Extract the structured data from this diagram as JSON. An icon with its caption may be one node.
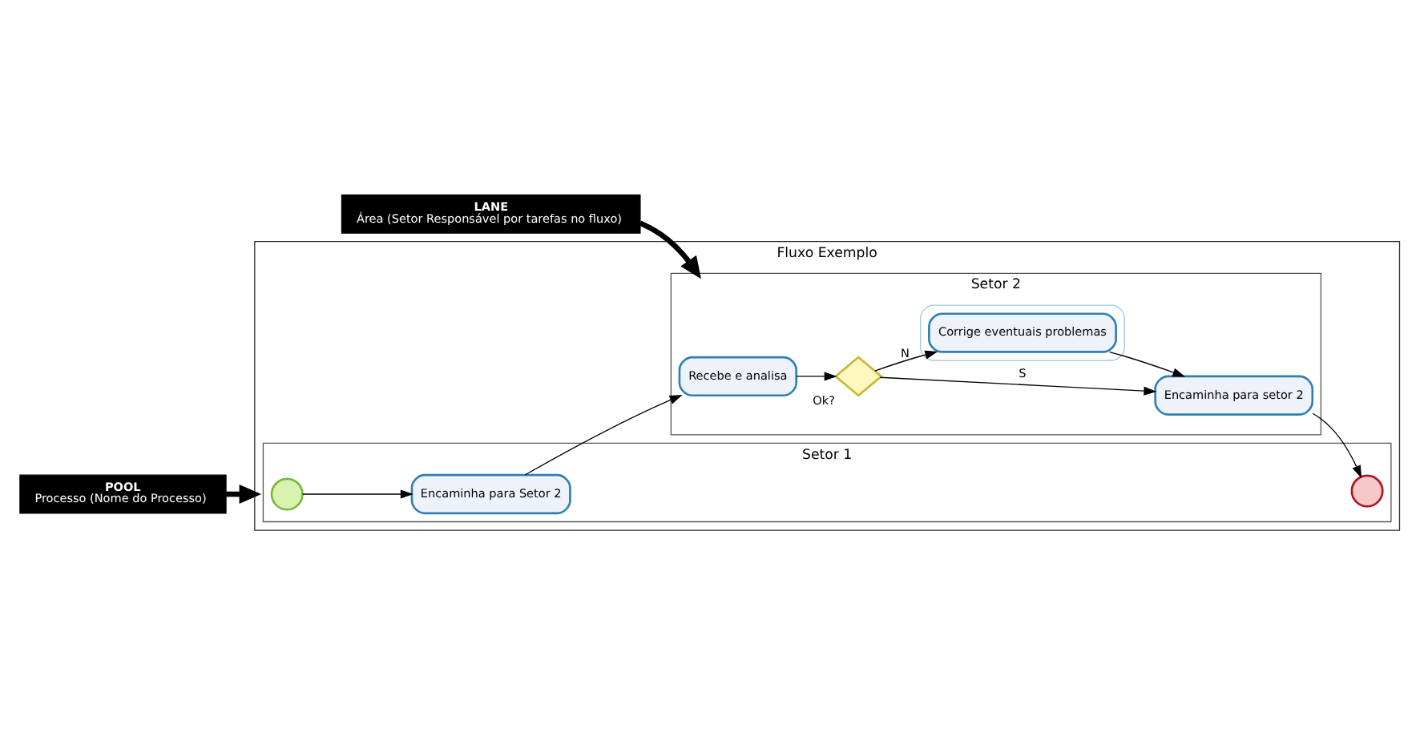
{
  "diagram": {
    "nodes": [
      {
        "text": [
          "Fluxo Exemplo"
        ]
      },
      {
        "text": [
          "Setor 1"
        ],
        "in": 0
      },
      {
        "text": [
          "Setor 2"
        ],
        "in": 0
      },
      {
        "text": [],
        "shape": "circle",
        "in": 1
      },
      {
        "text": [
          "Encaminha para Setor 2"
        ],
        "in": 1
      },
      {
        "text": [],
        "shape": "circle",
        "in": 1
      },
      {
        "text": [
          "Recebe e analisa"
        ],
        "in": 2
      },
      {
        "text": [],
        "shape": "diamond",
        "in": 2,
        "beside": [
          "Ok?"
        ]
      },
      {
        "text": [
          "Encaminha para setor 2"
        ],
        "in": 2
      },
      {
        "text": [],
        "shape": "box",
        "in": 2
      },
      {
        "text": [
          "Corrige eventuais problemas"
        ],
        "in": 9
      },
      {
        "text": [
          "POOL",
          "Processo (Nome do Processo)"
        ]
      },
      {
        "text": [
          "LANE",
          "Área (Setor Responsável por tarefas no fluxo)"
        ]
      }
    ],
    "edges": [
      {
        "from": 3,
        "to": 4,
        "arrow": "to"
      },
      {
        "from": 4,
        "to": 6,
        "arrow": "to"
      },
      {
        "from": 6,
        "to": 7,
        "arrow": "to"
      },
      {
        "from": 7,
        "to": 8,
        "arrow": "to",
        "label": "S"
      },
      {
        "from": 7,
        "to": 10,
        "arrow": "to",
        "label": "N"
      },
      {
        "from": 10,
        "to": 8,
        "arrow": "to"
      },
      {
        "from": 8,
        "to": 5,
        "arrow": "to"
      },
      {
        "from": 11,
        "to": 0,
        "arrow": "to",
        "style": "thick",
        "color": "#000000"
      },
      {
        "from": 12,
        "to": 2,
        "arrow": "to",
        "style": "thick",
        "color": "#000000"
      }
    ]
  }
}
